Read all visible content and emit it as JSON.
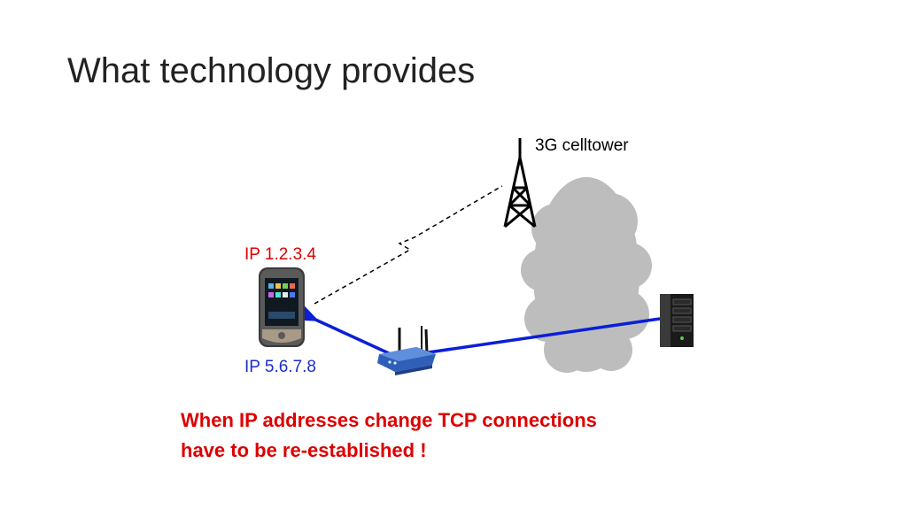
{
  "slide": {
    "title": "What technology provides"
  },
  "diagram": {
    "tower_label": "3G celltower",
    "ip_cellular": "IP 1.2.3.4",
    "ip_wifi": "IP 5.6.7.8",
    "warning_line1": "When IP addresses change TCP connections",
    "warning_line2": "have to be re-established !"
  },
  "colors": {
    "ip_cellular": "#dd0000",
    "ip_wifi": "#1a2fc8",
    "warning": "#dd0000",
    "wifi_link": "#0a1fd6",
    "cloud": "#bdbdbd"
  },
  "icons": [
    "cell-tower-icon",
    "smartphone-icon",
    "wifi-router-icon",
    "internet-cloud-icon",
    "server-icon"
  ]
}
